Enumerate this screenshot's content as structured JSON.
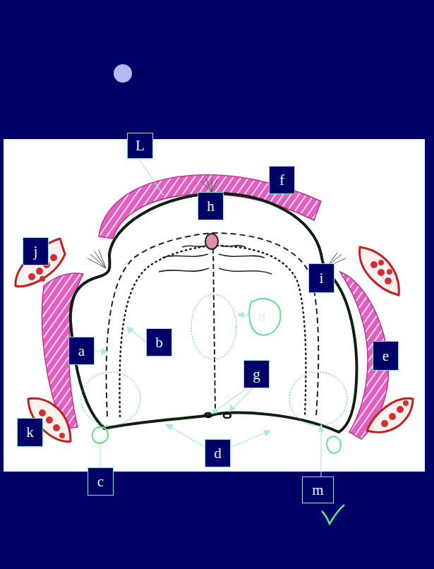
{
  "diagram": {
    "nodes": [
      {
        "text": [
          "L"
        ]
      },
      {
        "text": [
          "f"
        ]
      },
      {
        "text": [
          "h"
        ]
      },
      {
        "text": [
          "j"
        ]
      },
      {
        "text": [
          "i"
        ]
      },
      {
        "text": [
          "a"
        ]
      },
      {
        "text": [
          "b"
        ]
      },
      {
        "text": [
          "n"
        ]
      },
      {
        "text": [
          "g"
        ]
      },
      {
        "text": [
          "e"
        ]
      },
      {
        "text": [
          "k"
        ]
      },
      {
        "text": [
          "c"
        ]
      },
      {
        "text": [
          "d"
        ]
      },
      {
        "text": [
          "m"
        ]
      }
    ]
  }
}
